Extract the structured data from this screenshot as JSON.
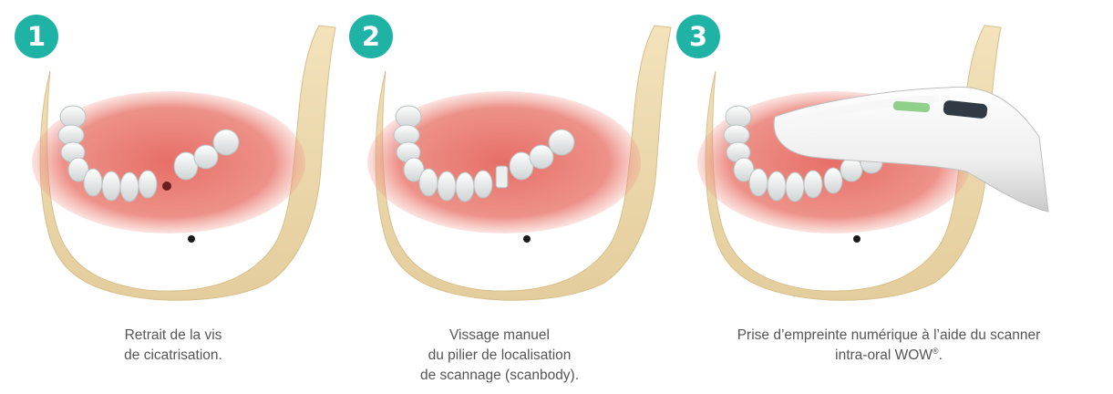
{
  "colors": {
    "badge": "#1fb3a6",
    "caption_text": "#555555",
    "bone": "#ecd7a8",
    "gum": "#e88278",
    "tooth": "#f2f3f2"
  },
  "steps": [
    {
      "number": "1",
      "caption_lines": [
        "Retrait de la vis",
        "de cicatrisation."
      ]
    },
    {
      "number": "2",
      "caption_lines": [
        "Vissage manuel",
        "du pilier de localisation",
        "de scannage (scanbody)."
      ]
    },
    {
      "number": "3",
      "caption_lines": [
        "Prise d’empreinte numérique à l’aide du scanner",
        "intra-oral WOW"
      ],
      "caption_trademark": "®",
      "caption_end": "."
    }
  ]
}
